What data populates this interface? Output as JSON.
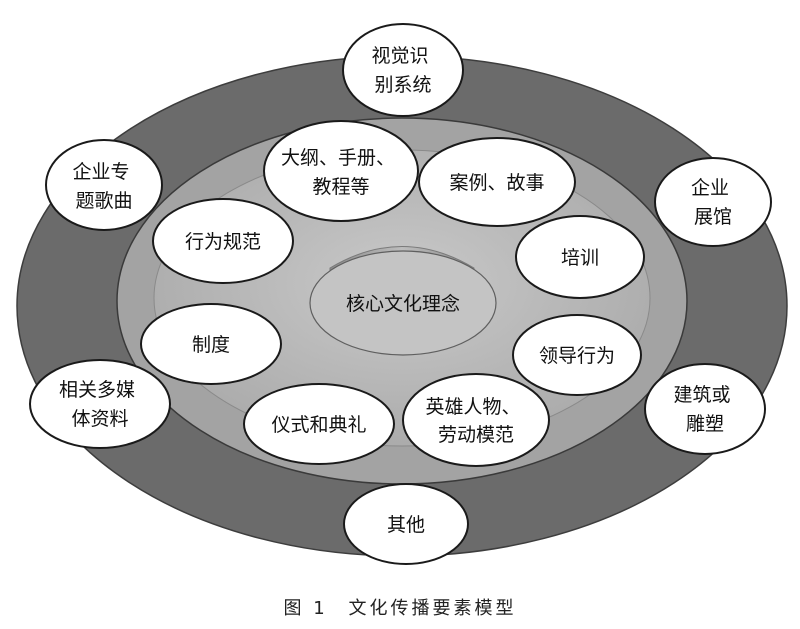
{
  "diagram": {
    "center": "核心文化理念",
    "inner_nodes": {
      "outline": [
        "大纲、手册、",
        "教程等"
      ],
      "cases": [
        "案例、故事"
      ],
      "training": [
        "培训"
      ],
      "leadership": [
        "领导行为"
      ],
      "heroes": [
        "英雄人物、",
        "劳动模范"
      ],
      "ceremony": [
        "仪式和典礼"
      ],
      "system": [
        "制度"
      ],
      "norms": [
        "行为规范"
      ]
    },
    "outer_nodes": {
      "visual_id": [
        "视觉识",
        "别系统"
      ],
      "songs": [
        "企业专",
        "题歌曲"
      ],
      "exhibition": [
        "企业",
        "展馆"
      ],
      "media": [
        "相关多媒",
        "体资料"
      ],
      "architecture": [
        "建筑或",
        "雕塑"
      ],
      "other": [
        "其他"
      ]
    }
  },
  "caption": {
    "label": "图 1",
    "title": "文化传播要素模型"
  }
}
